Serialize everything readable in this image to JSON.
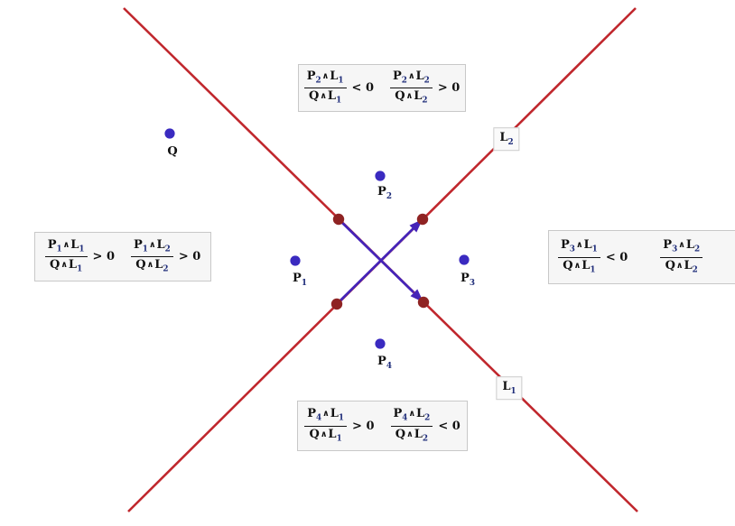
{
  "colors": {
    "line_red": "#c0272d",
    "intersection_dot": "#8f2323",
    "point_blue": "#3a2ac0",
    "arrow_blue": "#4524b8"
  },
  "line_labels": {
    "l1": "L_1",
    "l2": "L_2"
  },
  "points": {
    "q": {
      "label": "Q"
    },
    "p1": {
      "label": "P_1"
    },
    "p2": {
      "label": "P_2"
    },
    "p3": {
      "label": "P_3"
    },
    "p4": {
      "label": "P_4"
    }
  },
  "regions": {
    "top": {
      "terms": [
        {
          "num": "P_2∧L_1",
          "den": "Q∧L_1",
          "rel": "< 0"
        },
        {
          "num": "P_2∧L_2",
          "den": "Q∧L_2",
          "rel": "> 0"
        }
      ]
    },
    "left": {
      "terms": [
        {
          "num": "P_1∧L_1",
          "den": "Q∧L_1",
          "rel": "> 0"
        },
        {
          "num": "P_1∧L_2",
          "den": "Q∧L_2",
          "rel": "> 0"
        }
      ]
    },
    "right": {
      "terms": [
        {
          "num": "P_3∧L_1",
          "den": "Q∧L_1",
          "rel": "< 0"
        },
        {
          "num": "P_3∧L_2",
          "den": "Q∧L_2",
          "rel": ""
        }
      ]
    },
    "bottom": {
      "terms": [
        {
          "num": "P_4∧L_1",
          "den": "Q∧L_1",
          "rel": "> 0"
        },
        {
          "num": "P_4∧L_2",
          "den": "Q∧L_2",
          "rel": "< 0"
        }
      ]
    }
  }
}
